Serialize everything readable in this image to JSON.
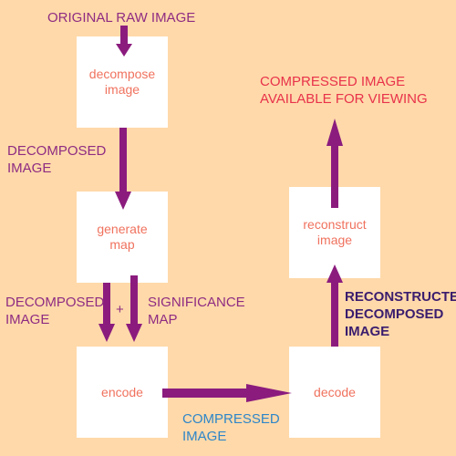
{
  "colors": {
    "background": "#FFD9AA",
    "box": "#FFFFFF",
    "box_text": "#F0725E",
    "arrow": "#8B1C7E",
    "label_purple": "#8E2C82",
    "label_red": "#E8324A",
    "label_blue": "#2E86C8",
    "label_dark": "#3A1D6E"
  },
  "boxes": {
    "decompose": "decompose\nimage",
    "generate": "generate\nmap",
    "encode": "encode",
    "decode": "decode",
    "reconstruct": "reconstruct\nimage"
  },
  "labels": {
    "original_raw_image": "ORIGINAL RAW IMAGE",
    "decomposed_image_1": "DECOMPOSED\nIMAGE",
    "decomposed_image_2": "DECOMPOSED\nIMAGE",
    "plus": "+",
    "significance_map": "SIGNIFICANCE\nMAP",
    "compressed_image": "COMPRESSED\nIMAGE",
    "reconstructed_decomposed_image": "RECONSTRUCTED\nDECOMPOSED\nIMAGE",
    "compressed_available": "COMPRESSED IMAGE\nAVAILABLE FOR VIEWING"
  }
}
